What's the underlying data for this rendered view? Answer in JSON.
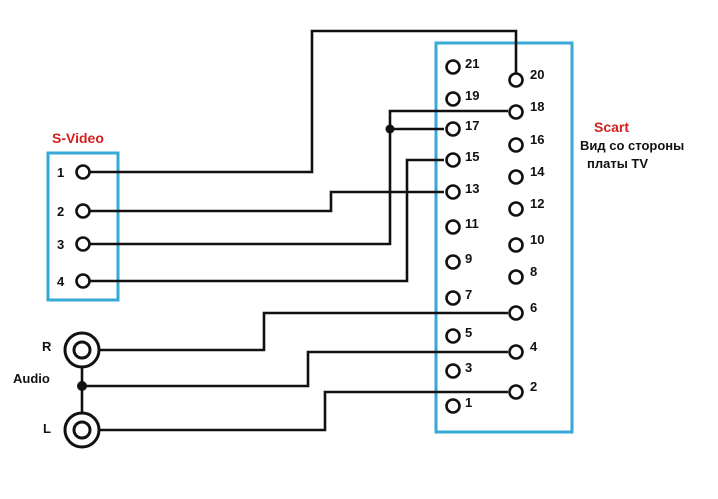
{
  "colors": {
    "frame": "#36a9d6",
    "title": "#d32020",
    "wire": "#111111"
  },
  "svideo": {
    "title": "S-Video",
    "pins": [
      "1",
      "2",
      "3",
      "4"
    ]
  },
  "scart": {
    "title": "Scart",
    "caption_line1": "Вид со стороны",
    "caption_line2": "платы TV",
    "pins": [
      "21",
      "20",
      "19",
      "18",
      "17",
      "16",
      "15",
      "14",
      "13",
      "12",
      "11",
      "10",
      "9",
      "8",
      "7",
      "6",
      "5",
      "4",
      "3",
      "2",
      "1"
    ]
  },
  "audio": {
    "label": "Audio",
    "right": "R",
    "left": "L"
  }
}
